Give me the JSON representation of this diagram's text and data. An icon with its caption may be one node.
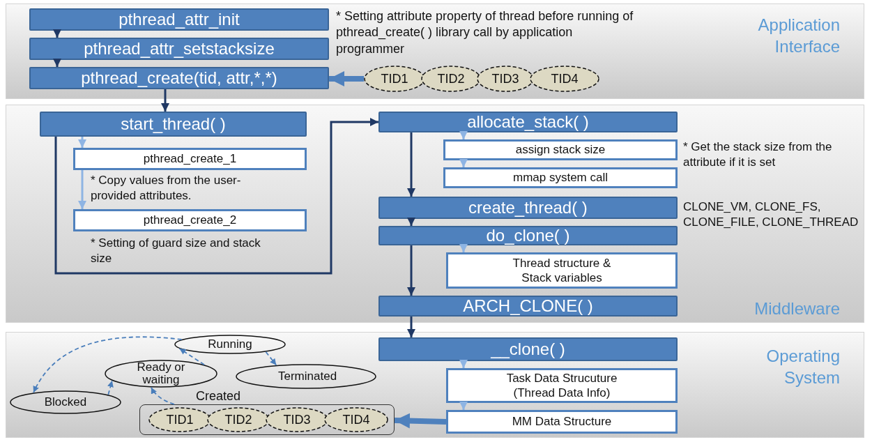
{
  "diagram": {
    "nodes": [
      {
        "text": [
          "Application Interface"
        ]
      },
      {
        "text": [
          "pthread_attr_init"
        ],
        "in": 0
      },
      {
        "text": [
          "pthread_attr_setstacksize"
        ],
        "in": 0
      },
      {
        "text": [
          "pthread_create(tid, attr,*,*)"
        ],
        "in": 0
      },
      {
        "text": [
          "TID1"
        ],
        "in": 0
      },
      {
        "text": [
          "TID2"
        ],
        "in": 0
      },
      {
        "text": [
          "TID3"
        ],
        "in": 0
      },
      {
        "text": [
          "TID4"
        ],
        "in": 0
      },
      {
        "text": [
          "Middleware"
        ]
      },
      {
        "text": [
          "start_thread( )"
        ],
        "in": 8
      },
      {
        "text": [
          "pthread_create_1"
        ],
        "in": 8,
        "beside": [
          "* Copy values from the user-provided attributes."
        ]
      },
      {
        "text": [
          "pthread_create_2"
        ],
        "in": 8,
        "beside": [
          "* Setting of guard size and stack size"
        ]
      },
      {
        "text": [
          "allocate_stack( )"
        ],
        "in": 8
      },
      {
        "text": [
          "assign stack size"
        ],
        "in": 8
      },
      {
        "text": [
          "mmap system call"
        ],
        "in": 8
      },
      {
        "text": [
          "create_thread( )"
        ],
        "in": 8
      },
      {
        "text": [
          "do_clone( )"
        ],
        "in": 8
      },
      {
        "text": [
          "Thread structure & Stack variables"
        ],
        "in": 8
      },
      {
        "text": [
          "ARCH_CLONE( )"
        ],
        "in": 8
      },
      {
        "text": [
          "Operating System"
        ]
      },
      {
        "text": [
          "__clone( )"
        ],
        "in": 19
      },
      {
        "text": [
          "Task Data Strucuture (Thread Data Info)"
        ],
        "in": 19
      },
      {
        "text": [
          "MM Data Structure"
        ],
        "in": 19
      },
      {
        "text": [
          "Running"
        ],
        "in": 19
      },
      {
        "text": [
          "Ready or waiting"
        ],
        "in": 19
      },
      {
        "text": [
          "Terminated"
        ],
        "in": 19
      },
      {
        "text": [
          "Blocked"
        ],
        "in": 19
      },
      {
        "text": [
          "Created"
        ],
        "in": 19
      },
      {
        "text": [
          "TID1"
        ],
        "in": 27
      },
      {
        "text": [
          "TID2"
        ],
        "in": 27
      },
      {
        "text": [
          "TID3"
        ],
        "in": 27
      },
      {
        "text": [
          "TID4"
        ],
        "in": 27
      }
    ],
    "edges": [
      {
        "from": 1,
        "to": 2,
        "arrow": "to"
      },
      {
        "from": 2,
        "to": 3,
        "arrow": "to"
      },
      {
        "from": 3,
        "to": 9,
        "arrow": "to"
      },
      {
        "from": 9,
        "to": 10,
        "arrow": "to",
        "color": "#8eb4e3"
      },
      {
        "from": 10,
        "to": 11,
        "arrow": "to",
        "color": "#8eb4e3"
      },
      {
        "from": 9,
        "to": 12,
        "arrow": "to"
      },
      {
        "from": 12,
        "to": 13,
        "arrow": "to",
        "color": "#8eb4e3"
      },
      {
        "from": 13,
        "to": 14,
        "arrow": "to",
        "color": "#8eb4e3"
      },
      {
        "from": 12,
        "to": 15,
        "arrow": "to"
      },
      {
        "from": 15,
        "to": 16,
        "arrow": "to"
      },
      {
        "from": 16,
        "to": 17,
        "arrow": "to",
        "color": "#8eb4e3"
      },
      {
        "from": 16,
        "to": 18,
        "arrow": "to"
      },
      {
        "from": 18,
        "to": 20,
        "arrow": "to"
      },
      {
        "from": 20,
        "to": 21,
        "arrow": "to",
        "color": "#8eb4e3"
      },
      {
        "from": 21,
        "to": 22,
        "arrow": "to",
        "color": "#8eb4e3"
      },
      {
        "from": 4,
        "to": 3,
        "arrow": "to",
        "style": "thick",
        "color": "#4f81bd"
      },
      {
        "from": 22,
        "to": 27,
        "arrow": "to",
        "style": "thick",
        "color": "#4f81bd"
      },
      {
        "from": 26,
        "to": 24,
        "arrow": "to",
        "style": "dashed",
        "color": "#4a7ebb"
      },
      {
        "from": 24,
        "to": 23,
        "arrow": "to",
        "style": "dashed",
        "color": "#4a7ebb"
      },
      {
        "from": 23,
        "to": 25,
        "arrow": "to",
        "style": "dashed",
        "color": "#4a7ebb"
      },
      {
        "from": 27,
        "to": 24,
        "arrow": "to",
        "style": "dashed",
        "color": "#4a7ebb"
      },
      {
        "from": 23,
        "to": 26,
        "arrow": "to",
        "style": "dashed",
        "color": "#4a7ebb"
      }
    ],
    "labels": [
      "* Setting attribute property of thread before running of pthread_create( ) library call by application programmer",
      "* Get the stack size from the attribute if it is set",
      "CLONE_VM, CLONE_FS, CLONE_FILE, CLONE_THREAD"
    ]
  }
}
